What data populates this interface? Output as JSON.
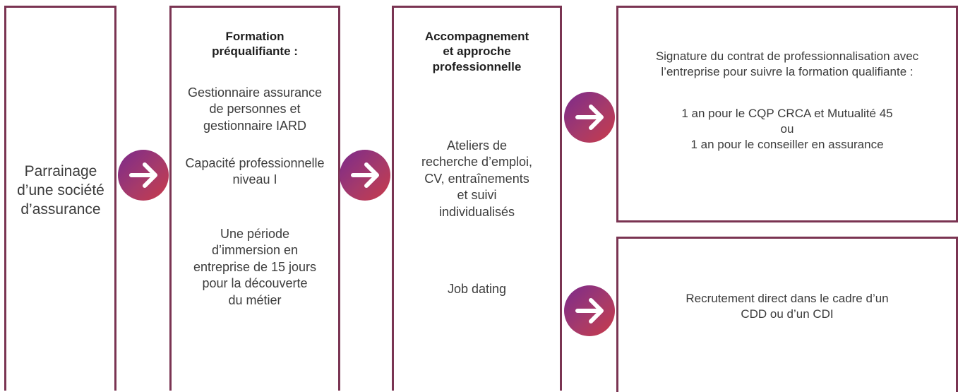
{
  "col_parrainage": {
    "text_lines": [
      "Parrainage",
      "d’une société",
      "d’assurance"
    ]
  },
  "col_formation": {
    "title_lines": [
      "Formation",
      "préqualifiante :"
    ],
    "item1_lines": [
      "Gestionnaire assurance",
      "de personnes et",
      "gestionnaire IARD"
    ],
    "item2_lines": [
      "Capacité professionnelle",
      "niveau I"
    ],
    "item3_lines": [
      "Une période",
      "d’immersion en",
      "entreprise de 15 jours",
      "pour la découverte",
      "du métier"
    ]
  },
  "col_accompagnement": {
    "title_lines": [
      "Accompagnement",
      "et approche",
      "professionnelle"
    ],
    "item1_lines": [
      "Ateliers de",
      "recherche d’emploi,",
      "CV, entraînements",
      "et suivi",
      "individualisés"
    ],
    "item2_lines": [
      "Job dating"
    ]
  },
  "box_contrat": {
    "intro_lines": [
      "Signature du contrat de professionnalisation avec",
      "l’entreprise pour suivre la formation qualifiante :"
    ],
    "option_lines": [
      "1 an pour le CQP CRCA et Mutualité 45",
      "ou",
      "1 an pour le conseiller en assurance"
    ]
  },
  "box_recrutement": {
    "text_lines": [
      "Recrutement direct dans le cadre d’un",
      "CDD ou d’un CDI"
    ]
  },
  "colors": {
    "border": "#7a3452",
    "arrow_gradient_start": "#7b2a8c",
    "arrow_gradient_end": "#c83a4a",
    "text": "#3c3c3c"
  },
  "icons": [
    "arrow-right-icon"
  ]
}
